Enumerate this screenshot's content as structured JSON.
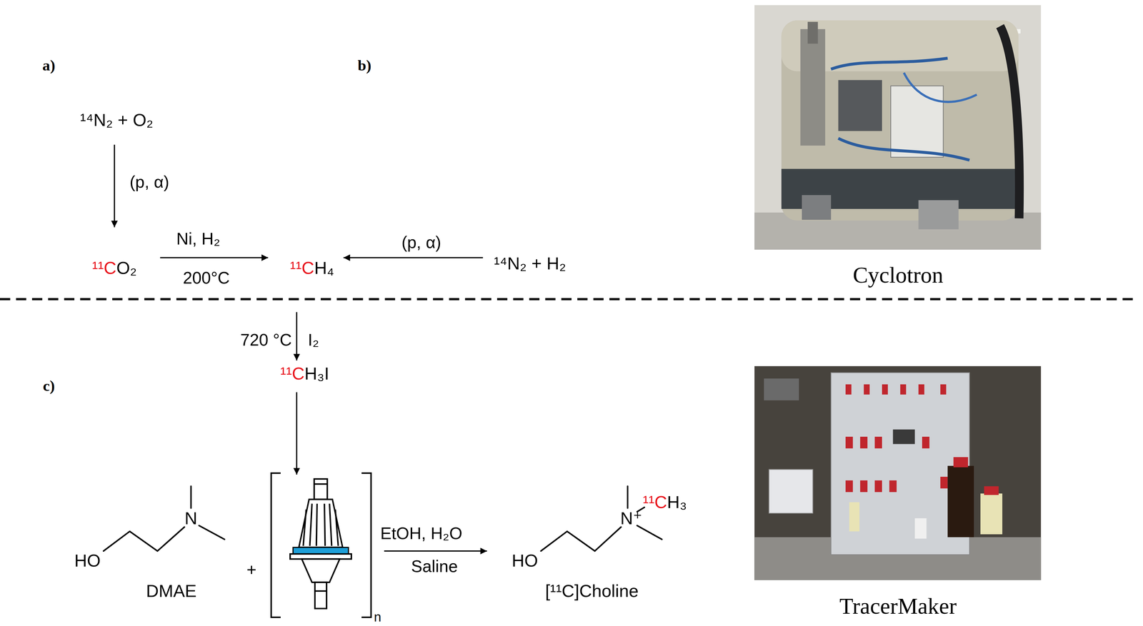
{
  "diagram": {
    "nodes": [
      {
        "text": [
          "¹⁴N₂ + O₂"
        ]
      },
      {
        "text": [
          "¹¹CO₂"
        ]
      },
      {
        "text": [
          "¹¹CH₄"
        ]
      },
      {
        "text": [
          "¹⁴N₂ + H₂"
        ]
      },
      {
        "text": [
          "¹¹CH₃I"
        ]
      },
      {
        "text": [
          "HO",
          "N",
          "DMAE"
        ]
      },
      {
        "text": [
          "n"
        ]
      },
      {
        "text": [
          "HO",
          "N⁺",
          "¹¹CH₃",
          "[¹¹C]Choline"
        ]
      }
    ],
    "edges": [
      {
        "from": 0,
        "to": 1,
        "arrow": "to",
        "label": "(p, α)"
      },
      {
        "from": 1,
        "to": 2,
        "arrow": "to",
        "label": "Ni, H₂"
      },
      {
        "from": 3,
        "to": 2,
        "arrow": "to",
        "label": "(p, α)"
      },
      {
        "from": 2,
        "to": 4,
        "arrow": "to",
        "label": "720 °C"
      },
      {
        "from": 4,
        "to": 6,
        "arrow": "to"
      },
      {
        "from": 6,
        "to": 7,
        "arrow": "to",
        "label": "EtOH, H₂O"
      }
    ],
    "labels": [
      "a)",
      "b)",
      "c)",
      "200°C",
      "I₂",
      "+",
      "Saline",
      "Cyclotron",
      "TracerMaker"
    ]
  }
}
